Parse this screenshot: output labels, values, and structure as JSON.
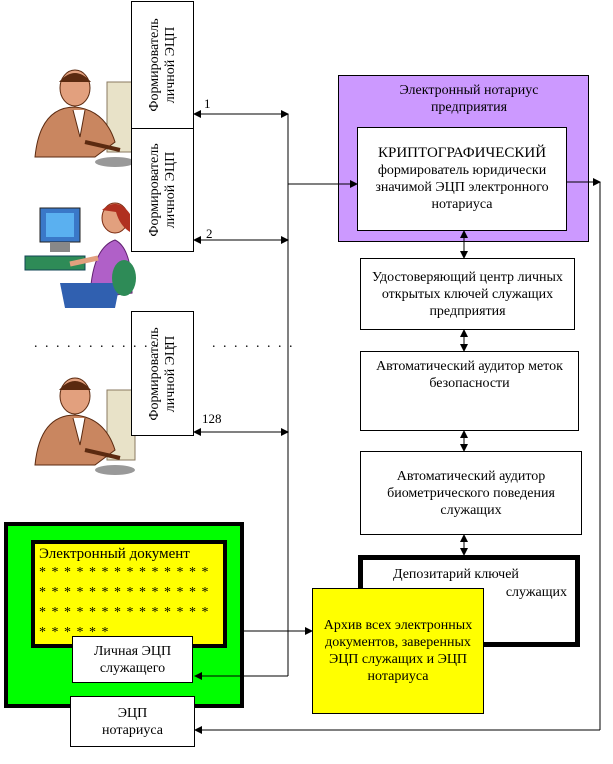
{
  "operators": [
    {
      "former_line1": "Формирователь",
      "former_line2": "личной ЭЦП",
      "channel": "1"
    },
    {
      "former_line1": "Формирователь",
      "former_line2": "личной ЭЦП",
      "channel": "2"
    },
    {
      "former_line1": "Формирователь",
      "former_line2": "личной ЭЦП",
      "channel": "128"
    }
  ],
  "ellipsis": ". . . . . . . . . . . . .",
  "ellipsis_right": ". . . . . . . .",
  "notary": {
    "title": "Электронный нотариус предприятия",
    "crypto_heading": "КРИПТОГРАФИЧЕСКИЙ",
    "crypto_body": "формирователь юридически значимой ЭЦП электронного нотариуса"
  },
  "cert_center": "Удостоверяющий центр личных открытых ключей служащих предприятия",
  "security_auditor": "Автоматический аудитор меток безопасности",
  "bio_auditor": "Автоматический аудитор биометрического поведения служащих",
  "key_depository": {
    "line1": "Депозитарий ключей",
    "line2": "служащих"
  },
  "archive": "Архив всех электронных документов, заверенных ЭЦП служащих и ЭЦП нотариуса",
  "document": {
    "title": "Электронный документ",
    "stars": "* * * * * * * * * * * * * * * * * * * * * * * * * * * * * * * * * * * * * * * * * * * * * * * *",
    "personal_sig": "Личная ЭЦП служащего",
    "notary_sig": "ЭЦП нотариуса"
  },
  "colors": {
    "notary_bg": "#cc99ff",
    "doc_outer": "#00ff00",
    "doc_inner": "#ffff00",
    "archive_bg": "#ffff00"
  }
}
